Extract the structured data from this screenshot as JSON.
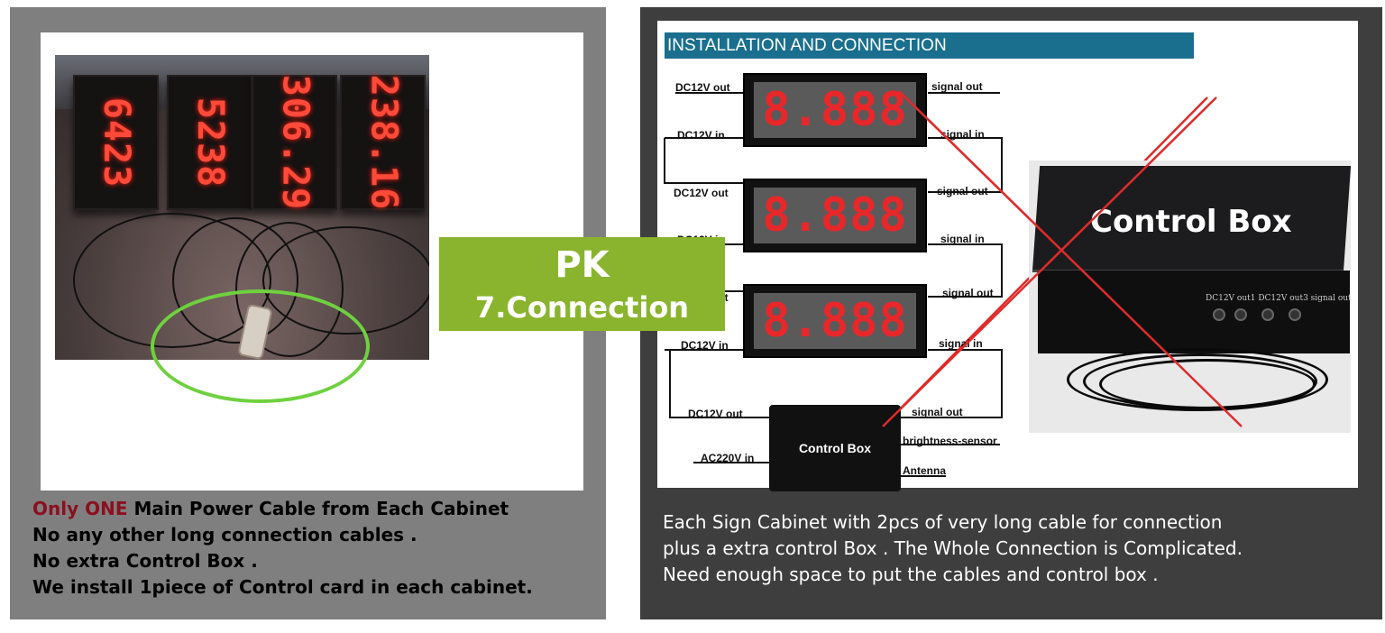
{
  "left": {
    "photo_displays": [
      "6423",
      "5238",
      "306.29",
      "238.16"
    ],
    "lines": [
      {
        "highlight": "Only ONE",
        "rest": " Main Power Cable from Each Cabinet"
      },
      {
        "text": "No any other long connection cables ."
      },
      {
        "text": "No extra Control Box ."
      },
      {
        "text": "We install 1piece of Control card in each cabinet."
      }
    ]
  },
  "badge": {
    "title": "PK",
    "subtitle": "7.Connection"
  },
  "right": {
    "diagram_title": "INSTALLATION AND CONNECTION",
    "sign_display": "8.888",
    "labels": {
      "dc_out": "DC12V out",
      "dc_in": "DC12V in",
      "signal_out": "signal out",
      "signal_in": "signal in",
      "ac_in": "AC220V in",
      "brightness": "brightness-sensor",
      "antenna": "Antenna",
      "control_box": "Control Box"
    },
    "photo_label": "Control Box",
    "ports_label": "DC12V out1 DC12V out3  signal out",
    "lines": [
      "Each Sign Cabinet with 2pcs of very long cable for connection",
      "plus a extra control Box . The Whole Connection is Complicated.",
      "Need enough space to put the cables and control box ."
    ]
  },
  "colors": {
    "left_panel": "#7f7f7f",
    "right_panel": "#3e3e3e",
    "badge": "#8ab42d",
    "title_bar": "#1a6e8e",
    "highlight": "#8b0f1f",
    "cross": "#e02b2b",
    "ellipse": "#6fd13f"
  }
}
